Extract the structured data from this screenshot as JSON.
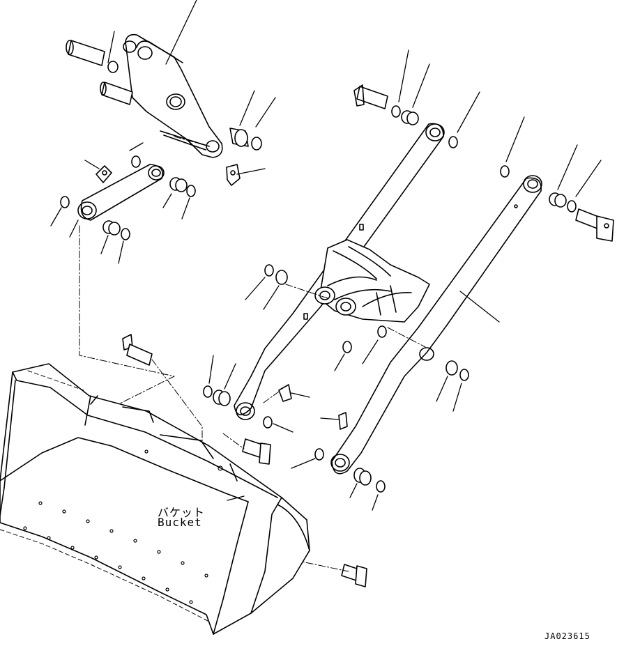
{
  "labels": {
    "bucket_jp": "バケット",
    "bucket_en": "Bucket",
    "drawing_number": "JA023615"
  },
  "colors": {
    "line": "#000000",
    "background": "#ffffff"
  }
}
